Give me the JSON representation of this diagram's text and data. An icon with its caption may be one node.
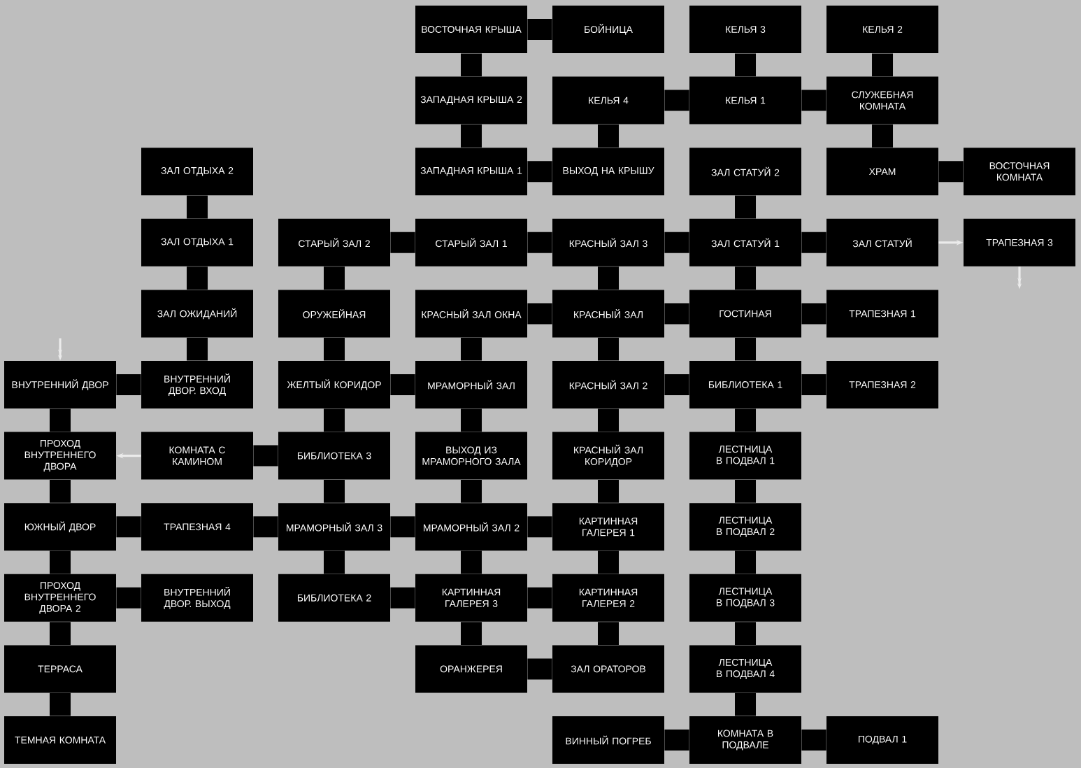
{
  "diagram": {
    "nodes": [
      {
        "text": [
          "ВОСТОЧНАЯ КРЫША"
        ]
      },
      {
        "text": [
          "БОЙНИЦА"
        ]
      },
      {
        "text": [
          "КЕЛЬЯ 3"
        ]
      },
      {
        "text": [
          "КЕЛЬЯ 2"
        ]
      },
      {
        "text": [
          "ЗАПАДНАЯ КРЫША 2"
        ]
      },
      {
        "text": [
          "КЕЛЬЯ 4"
        ]
      },
      {
        "text": [
          "КЕЛЬЯ 1"
        ]
      },
      {
        "text": [
          "СЛУЖЕБНАЯ КОМНАТА"
        ]
      },
      {
        "text": [
          "ЗАЛ ОТДЫХА 2"
        ]
      },
      {
        "text": [
          "ЗАПАДНАЯ КРЫША 1"
        ]
      },
      {
        "text": [
          "ВЫХОД НА КРЫШУ"
        ]
      },
      {
        "text": [
          "ЗАЛ СТАТУЙ 2"
        ]
      },
      {
        "text": [
          "ХРАМ"
        ]
      },
      {
        "text": [
          "ВОСТОЧНАЯ КОМНАТА"
        ]
      },
      {
        "text": [
          "ЗАЛ ОТДЫХА 1"
        ]
      },
      {
        "text": [
          "СТАРЫЙ ЗАЛ 2"
        ]
      },
      {
        "text": [
          "СТАРЫЙ ЗАЛ 1"
        ]
      },
      {
        "text": [
          "КРАСНЫЙ ЗАЛ 3"
        ]
      },
      {
        "text": [
          "ЗАЛ СТАТУЙ 1"
        ]
      },
      {
        "text": [
          "ЗАЛ СТАТУЙ"
        ]
      },
      {
        "text": [
          "ТРАПЕЗНАЯ 3"
        ]
      },
      {
        "text": [
          "ЗАЛ ОЖИДАНИЙ"
        ]
      },
      {
        "text": [
          "ОРУЖЕЙНАЯ"
        ]
      },
      {
        "text": [
          "КРАСНЫЙ ЗАЛ ОКНА"
        ]
      },
      {
        "text": [
          "КРАСНЫЙ ЗАЛ"
        ]
      },
      {
        "text": [
          "ГОСТИНАЯ"
        ]
      },
      {
        "text": [
          "ТРАПЕЗНАЯ 1"
        ]
      },
      {
        "text": [
          "ВНУТРЕННИЙ ДВОР"
        ]
      },
      {
        "text": [
          "ВНУТРЕННИЙ ДВОР. ВХОД"
        ]
      },
      {
        "text": [
          "ЖЕЛТЫЙ КОРИДОР"
        ]
      },
      {
        "text": [
          "МРАМОРНЫЙ ЗАЛ"
        ]
      },
      {
        "text": [
          "КРАСНЫЙ ЗАЛ 2"
        ]
      },
      {
        "text": [
          "БИБЛИОТЕКА 1"
        ]
      },
      {
        "text": [
          "ТРАПЕЗНАЯ 2"
        ]
      },
      {
        "text": [
          "ПРОХОД ВНУТРЕННЕГО ДВОРА"
        ]
      },
      {
        "text": [
          "КОМНАТА С КАМИНОМ"
        ]
      },
      {
        "text": [
          "БИБЛИОТЕКА 3"
        ]
      },
      {
        "text": [
          "ВЫХОД ИЗ МРАМОРНОГО ЗАЛА"
        ]
      },
      {
        "text": [
          "КРАСНЫЙ ЗАЛ КОРИДОР"
        ]
      },
      {
        "text": [
          "ЛЕСТНИЦА В ПОДВАЛ 1"
        ]
      },
      {
        "text": [
          "ЮЖНЫЙ ДВОР"
        ]
      },
      {
        "text": [
          "ТРАПЕЗНАЯ 4"
        ]
      },
      {
        "text": [
          "МРАМОРНЫЙ ЗАЛ 3"
        ]
      },
      {
        "text": [
          "МРАМОРНЫЙ ЗАЛ 2"
        ]
      },
      {
        "text": [
          "КАРТИННАЯ ГАЛЕРЕЯ 1"
        ]
      },
      {
        "text": [
          "ЛЕСТНИЦА В ПОДВАЛ 2"
        ]
      },
      {
        "text": [
          "ПРОХОД ВНУТРЕННЕГО ДВОРА 2"
        ]
      },
      {
        "text": [
          "ВНУТРЕННИЙ ДВОР. ВЫХОД"
        ]
      },
      {
        "text": [
          "БИБЛИОТЕКА 2"
        ]
      },
      {
        "text": [
          "КАРТИННАЯ ГАЛЕРЕЯ 3"
        ]
      },
      {
        "text": [
          "КАРТИННАЯ ГАЛЕРЕЯ 2"
        ]
      },
      {
        "text": [
          "ЛЕСТНИЦА В ПОДВАЛ 3"
        ]
      },
      {
        "text": [
          "ТЕРРАСА"
        ]
      },
      {
        "text": [
          "ОРАНЖЕРЕЯ"
        ]
      },
      {
        "text": [
          "ЗАЛ ОРАТОРОВ"
        ]
      },
      {
        "text": [
          "ЛЕСТНИЦА В ПОДВАЛ 4"
        ]
      },
      {
        "text": [
          "ТЕМНАЯ КОМНАТА"
        ]
      },
      {
        "text": [
          "ВИННЫЙ ПОГРЕБ"
        ]
      },
      {
        "text": [
          "КОМНАТА В ПОДВАЛЕ"
        ]
      },
      {
        "text": [
          "ПОДВАЛ 1"
        ]
      }
    ],
    "edges": [
      {
        "from": 0,
        "to": 1,
        "arrow": "none"
      },
      {
        "from": 0,
        "to": 4,
        "arrow": "none"
      },
      {
        "from": 2,
        "to": 6,
        "arrow": "none"
      },
      {
        "from": 3,
        "to": 7,
        "arrow": "none"
      },
      {
        "from": 4,
        "to": 9,
        "arrow": "none"
      },
      {
        "from": 5,
        "to": 6,
        "arrow": "none"
      },
      {
        "from": 6,
        "to": 7,
        "arrow": "none"
      },
      {
        "from": 5,
        "to": 10,
        "arrow": "none"
      },
      {
        "from": 7,
        "to": 12,
        "arrow": "none"
      },
      {
        "from": 8,
        "to": 14,
        "arrow": "none"
      },
      {
        "from": 9,
        "to": 10,
        "arrow": "none"
      },
      {
        "from": 11,
        "to": 18,
        "arrow": "none"
      },
      {
        "from": 12,
        "to": 13,
        "arrow": "none"
      },
      {
        "from": 14,
        "to": 21,
        "arrow": "none"
      },
      {
        "from": 15,
        "to": 16,
        "arrow": "none"
      },
      {
        "from": 16,
        "to": 17,
        "arrow": "none"
      },
      {
        "from": 17,
        "to": 18,
        "arrow": "none"
      },
      {
        "from": 18,
        "to": 19,
        "arrow": "none"
      },
      {
        "from": 19,
        "to": 20,
        "arrow": "to",
        "color": "#ebebeb"
      },
      {
        "from": 15,
        "to": 22,
        "arrow": "none"
      },
      {
        "from": 17,
        "to": 24,
        "arrow": "none"
      },
      {
        "from": 18,
        "to": 25,
        "arrow": "none"
      },
      {
        "from": 21,
        "to": 28,
        "arrow": "none"
      },
      {
        "from": 22,
        "to": 29,
        "arrow": "none"
      },
      {
        "from": 23,
        "to": 24,
        "arrow": "none"
      },
      {
        "from": 24,
        "to": 25,
        "arrow": "none"
      },
      {
        "from": 25,
        "to": 26,
        "arrow": "none"
      },
      {
        "from": 23,
        "to": 30,
        "arrow": "none"
      },
      {
        "from": 24,
        "to": 31,
        "arrow": "none"
      },
      {
        "from": 25,
        "to": 32,
        "arrow": "none"
      },
      {
        "from": 27,
        "to": 28,
        "arrow": "none"
      },
      {
        "from": 29,
        "to": 30,
        "arrow": "none"
      },
      {
        "from": 31,
        "to": 32,
        "arrow": "none"
      },
      {
        "from": 32,
        "to": 33,
        "arrow": "none"
      },
      {
        "from": 27,
        "to": 34,
        "arrow": "none"
      },
      {
        "from": 29,
        "to": 36,
        "arrow": "none"
      },
      {
        "from": 30,
        "to": 37,
        "arrow": "none"
      },
      {
        "from": 31,
        "to": 38,
        "arrow": "none"
      },
      {
        "from": 32,
        "to": 39,
        "arrow": "none"
      },
      {
        "from": 35,
        "to": 34,
        "arrow": "to",
        "color": "#ebebeb"
      },
      {
        "from": 35,
        "to": 36,
        "arrow": "none"
      },
      {
        "from": 34,
        "to": 40,
        "arrow": "none"
      },
      {
        "from": 36,
        "to": 42,
        "arrow": "none"
      },
      {
        "from": 37,
        "to": 43,
        "arrow": "none"
      },
      {
        "from": 38,
        "to": 44,
        "arrow": "none"
      },
      {
        "from": 39,
        "to": 45,
        "arrow": "none"
      },
      {
        "from": 40,
        "to": 41,
        "arrow": "none"
      },
      {
        "from": 41,
        "to": 42,
        "arrow": "none"
      },
      {
        "from": 42,
        "to": 43,
        "arrow": "none"
      },
      {
        "from": 43,
        "to": 44,
        "arrow": "none"
      },
      {
        "from": 42,
        "to": 48,
        "arrow": "none"
      },
      {
        "from": 43,
        "to": 49,
        "arrow": "none"
      },
      {
        "from": 44,
        "to": 50,
        "arrow": "none"
      },
      {
        "from": 45,
        "to": 51,
        "arrow": "none"
      },
      {
        "from": 40,
        "to": 46,
        "arrow": "none"
      },
      {
        "from": 46,
        "to": 47,
        "arrow": "none"
      },
      {
        "from": 48,
        "to": 49,
        "arrow": "none"
      },
      {
        "from": 49,
        "to": 50,
        "arrow": "none"
      },
      {
        "from": 49,
        "to": 53,
        "arrow": "none"
      },
      {
        "from": 50,
        "to": 54,
        "arrow": "none"
      },
      {
        "from": 51,
        "to": 55,
        "arrow": "none"
      },
      {
        "from": 46,
        "to": 52,
        "arrow": "none"
      },
      {
        "from": 53,
        "to": 54,
        "arrow": "none"
      },
      {
        "from": 52,
        "to": 56,
        "arrow": "none"
      },
      {
        "from": 55,
        "to": 58,
        "arrow": "none"
      },
      {
        "from": 57,
        "to": 58,
        "arrow": "none"
      },
      {
        "from": 58,
        "to": 59,
        "arrow": "none"
      },
      {
        "from": null,
        "to": 27,
        "arrow": "to",
        "color": "#ebebeb"
      },
      {
        "from": 20,
        "to": null,
        "arrow": "to",
        "color": "#ebebeb"
      }
    ]
  }
}
